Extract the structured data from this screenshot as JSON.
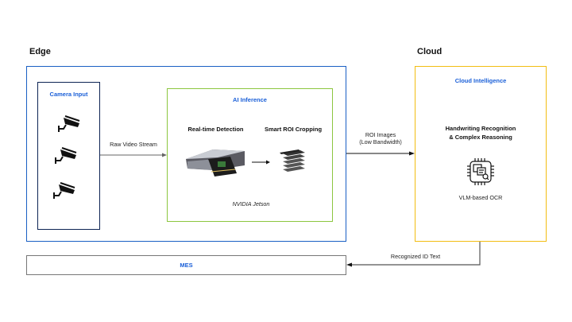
{
  "sections": {
    "edge": "Edge",
    "cloud": "Cloud"
  },
  "camera_input": {
    "title": "Camera Input",
    "icons": [
      "cctv-camera-icon",
      "cctv-camera-icon",
      "cctv-camera-icon"
    ]
  },
  "ai_inference": {
    "title": "AI Inference",
    "step1": "Real-time Detection",
    "step2": "Smart ROI Cropping",
    "device": "NVIDIA Jetson",
    "icons": [
      "jetson-device-icon",
      "image-stack-icon"
    ]
  },
  "cloud_intelligence": {
    "title": "Cloud Intelligence",
    "heading_line1": "Handwriting Recognition",
    "heading_line2": "& Complex Reasoning",
    "caption": "VLM-based OCR",
    "icon": "ocr-chip-icon"
  },
  "mes": {
    "title": "MES"
  },
  "flows": {
    "raw_video": "Raw Video Stream",
    "roi_line1": "ROI Images",
    "roi_line2": "(Low Bandwidth)",
    "recognized": "Recognized ID Text"
  },
  "colors": {
    "edge_border": "#1a5fc4",
    "camera_border": "#0d2454",
    "ai_border": "#8cc63f",
    "cloud_border": "#f2bd12",
    "mes_border": "#777777",
    "accent_text": "#1a5fd8"
  }
}
